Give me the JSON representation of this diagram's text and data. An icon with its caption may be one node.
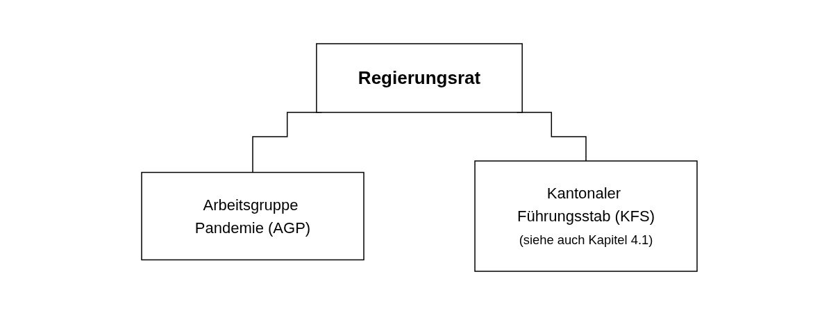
{
  "diagram": {
    "nodes": [
      {
        "text": [
          "Regierungsrat"
        ]
      },
      {
        "text": [
          "Arbeitsgruppe Pandemie (AGP)"
        ]
      },
      {
        "text": [
          "Kantonaler Führungsstab (KFS)",
          "(siehe auch Kapitel 4.1)"
        ]
      }
    ],
    "edges": [
      {
        "from": 0,
        "to": 1,
        "arrow": "none"
      },
      {
        "from": 0,
        "to": 2,
        "arrow": "none"
      }
    ]
  }
}
